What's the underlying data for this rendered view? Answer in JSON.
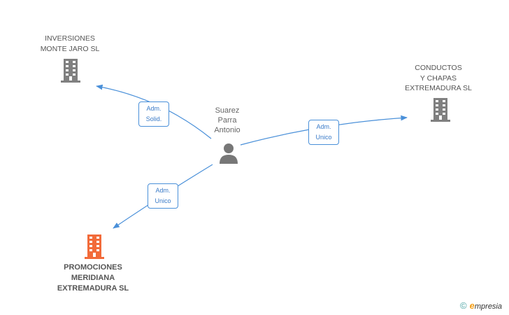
{
  "nodes": {
    "inversiones": {
      "label": "INVERSIONES\nMONTE JARO  SL"
    },
    "conductos": {
      "label": "CONDUCTOS\nY CHAPAS\nEXTREMADURA SL"
    },
    "promociones": {
      "label": "PROMOCIONES\nMERIDIANA\nEXTREMADURA SL"
    },
    "person": {
      "label": "Suarez\nParra\nAntonio"
    }
  },
  "edges": {
    "inversiones": {
      "label": "Adm.\nSolid."
    },
    "conductos": {
      "label": "Adm.\nUnico"
    },
    "promociones": {
      "label": "Adm.\nUnico"
    }
  },
  "colors": {
    "building": "#808080",
    "building_highlight": "#f26b3a",
    "edge": "#4a90d9",
    "person": "#777777"
  },
  "footer": {
    "copyright_symbol": "©",
    "brand_initial": "e",
    "brand_rest": "mpresia"
  }
}
